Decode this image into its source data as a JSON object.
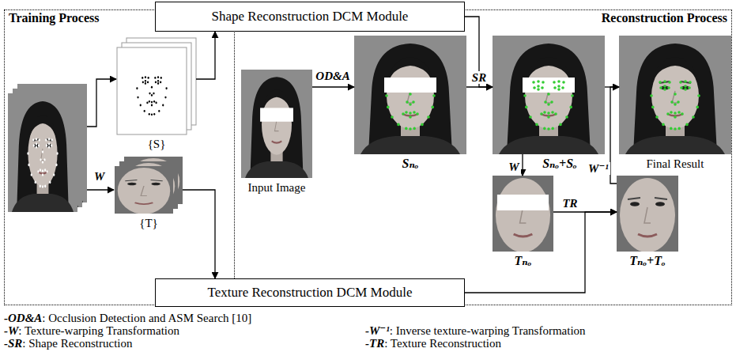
{
  "diagram": {
    "nodes": [
      {
        "text": [
          "Shape Reconstruction DCM Module"
        ]
      },
      {
        "text": [
          "Training Process"
        ]
      },
      {
        "text": [
          "{S}"
        ],
        "in": 1
      },
      {
        "text": [
          "{T}"
        ],
        "in": 1
      },
      {
        "text": [
          "Reconstruction Process"
        ]
      },
      {
        "text": [
          "Input Image"
        ],
        "in": 4
      },
      {
        "text": [
          "Sₙₒ"
        ],
        "in": 4
      },
      {
        "text": [
          "Sₙₒ+Sₒ"
        ],
        "in": 4
      },
      {
        "text": [
          "Final Result"
        ],
        "in": 4
      },
      {
        "text": [
          "Tₙₒ"
        ],
        "in": 4
      },
      {
        "text": [
          "Tₙₒ+Tₒ"
        ],
        "in": 4
      },
      {
        "text": [
          "Texture Reconstruction DCM Module"
        ]
      }
    ],
    "edges": [
      {
        "from": 2,
        "to": 0,
        "arrow": "to"
      },
      {
        "from": 3,
        "to": 11,
        "arrow": "to"
      },
      {
        "from": 5,
        "to": 6,
        "label": "OD&A",
        "arrow": "to"
      },
      {
        "from": 6,
        "to": 7,
        "label": "SR",
        "arrow": "to"
      },
      {
        "from": 0,
        "to": 7,
        "arrow": "to"
      },
      {
        "from": 7,
        "to": 9,
        "label": "W",
        "arrow": "to"
      },
      {
        "from": 9,
        "to": 10,
        "label": "TR",
        "arrow": "to"
      },
      {
        "from": 11,
        "to": 10,
        "arrow": "to"
      },
      {
        "from": 7,
        "to": 8,
        "arrow": "to"
      },
      {
        "from": 10,
        "to": 8,
        "label": "W⁻¹",
        "arrow": "to"
      }
    ],
    "labels": [
      "W",
      "-OD&A",
      ": Occlusion Detection and ASM Search [10]",
      "-W",
      ": Texture-warping Transformation",
      "-W⁻¹",
      ": Inverse texture-warping Transformation",
      "-SR",
      ": Shape Reconstruction",
      "-TR",
      ": Texture Reconstruction"
    ]
  }
}
